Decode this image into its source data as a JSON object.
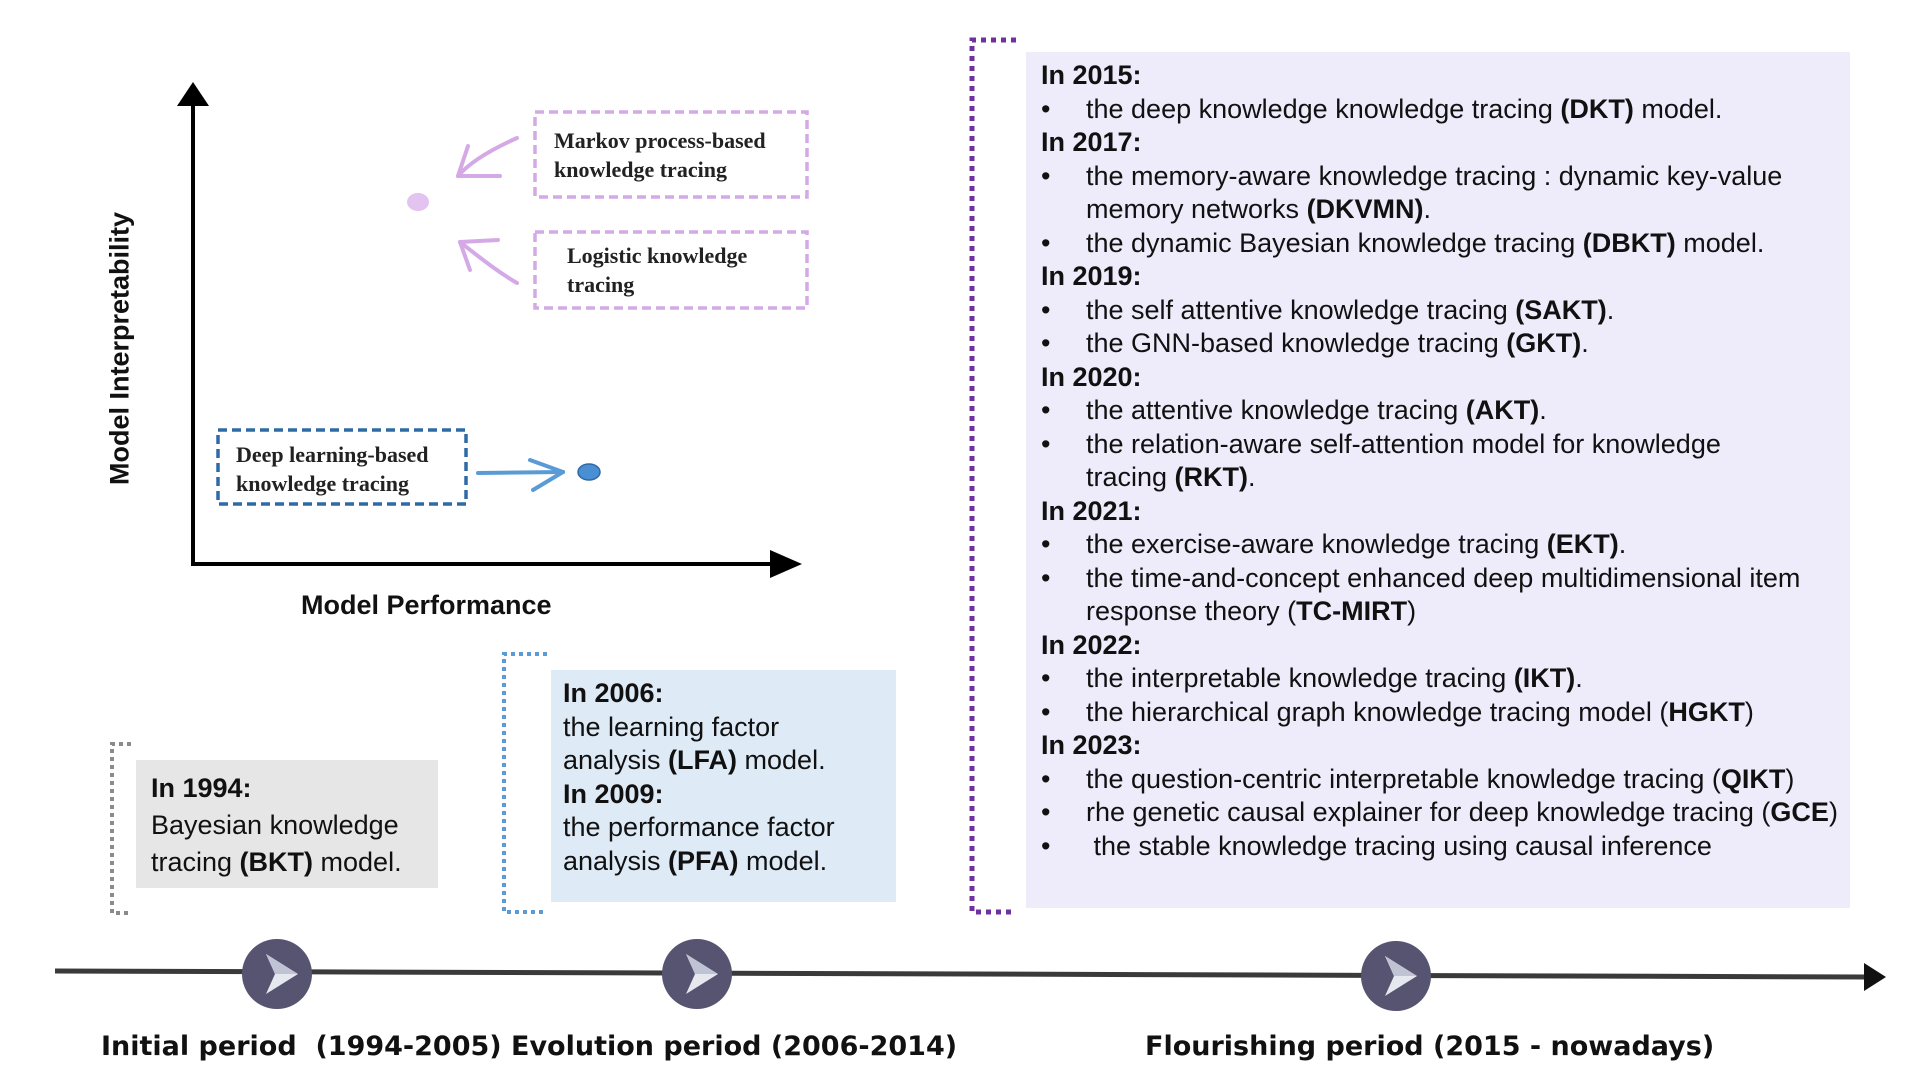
{
  "chart": {
    "y_axis_label": "Model Interpretability",
    "x_axis_label": "Model Performance",
    "boxes": [
      {
        "line1": "Markov process-based",
        "line2": "knowledge tracing"
      },
      {
        "line1": "Logistic knowledge",
        "line2": "tracing"
      },
      {
        "line1": "Deep learning-based",
        "line2": "knowledge tracing"
      }
    ]
  },
  "periods": [
    {
      "label": "Initial period  (1994-2005)"
    },
    {
      "label": "Evolution period (2006-2014)"
    },
    {
      "label": "Flourishing period (2015 - nowadays)"
    }
  ],
  "initial_panel": {
    "year": "In 1994:",
    "text_a": "Bayesian knowledge",
    "text_b": "tracing ",
    "abbr": "(BKT)",
    "text_c": " model."
  },
  "evolution_panel": {
    "y1": "In 2006:",
    "y1_a": "the learning factor",
    "y1_b": "analysis ",
    "y1_abbr": "(LFA)",
    "y1_c": " model.",
    "y2": "In 2009:",
    "y2_a": "the performance factor",
    "y2_b": "analysis ",
    "y2_abbr": "(PFA)",
    "y2_c": " model."
  },
  "flourishing_panel": {
    "bullet": "•",
    "y2015": "In 2015:",
    "i1_a": "the deep knowledge knowledge tracing ",
    "i1_abbr": "(DKT)",
    "i1_b": " model.",
    "y2017": "In 2017:",
    "i2_a": "the memory-aware knowledge tracing : dynamic key-value memory networks ",
    "i2_abbr": "(DKVMN)",
    "i2_b": ".",
    "i3_a": "the dynamic Bayesian knowledge tracing ",
    "i3_abbr": "(DBKT)",
    "i3_b": " model.",
    "y2019": "In 2019:",
    "i4_a": "the self attentive knowledge tracing ",
    "i4_abbr": "(SAKT)",
    "i4_b": ".",
    "i5_a": "the GNN-based knowledge tracing ",
    "i5_abbr": "(GKT)",
    "i5_b": ".",
    "y2020": "In 2020:",
    "i6_a": "the attentive knowledge tracing ",
    "i6_abbr": "(AKT)",
    "i6_b": ".",
    "i7_a": "the relation-aware self-attention model for knowledge tracing ",
    "i7_abbr": "(RKT)",
    "i7_b": ".",
    "y2021": "In 2021:",
    "i8_a": "the exercise-aware knowledge tracing ",
    "i8_abbr": "(EKT)",
    "i8_b": ".",
    "i9_a": "the time-and-concept enhanced deep multidimensional item response theory (",
    "i9_abbr": "TC-MIRT",
    "i9_b": ")",
    "y2022": "In 2022:",
    "i10_a": "the interpretable knowledge tracing ",
    "i10_abbr": "(IKT)",
    "i10_b": ".",
    "i11_a": "the hierarchical graph knowledge tracing model (",
    "i11_abbr": "HGKT",
    "i11_b": ")",
    "y2023": "In 2023:",
    "i12_a": "the question-centric interpretable knowledge tracing (",
    "i12_abbr": "QIKT",
    "i12_b": ")",
    "i13_a": "rhe genetic causal explainer for deep knowledge tracing (",
    "i13_abbr": "GCE",
    "i13_b": ")",
    "i14_a": " the stable knowledge tracing using causal inference"
  },
  "colors": {
    "purple_dash": "#d4a9e6",
    "blue_dash": "#2e6aa6",
    "dot_blue": "#4a8fd4",
    "gray_panel": "#e6e6e6",
    "blue_panel": "#deeaf6",
    "purple_panel": "#eeebfa",
    "timeline_node": "#565470"
  }
}
